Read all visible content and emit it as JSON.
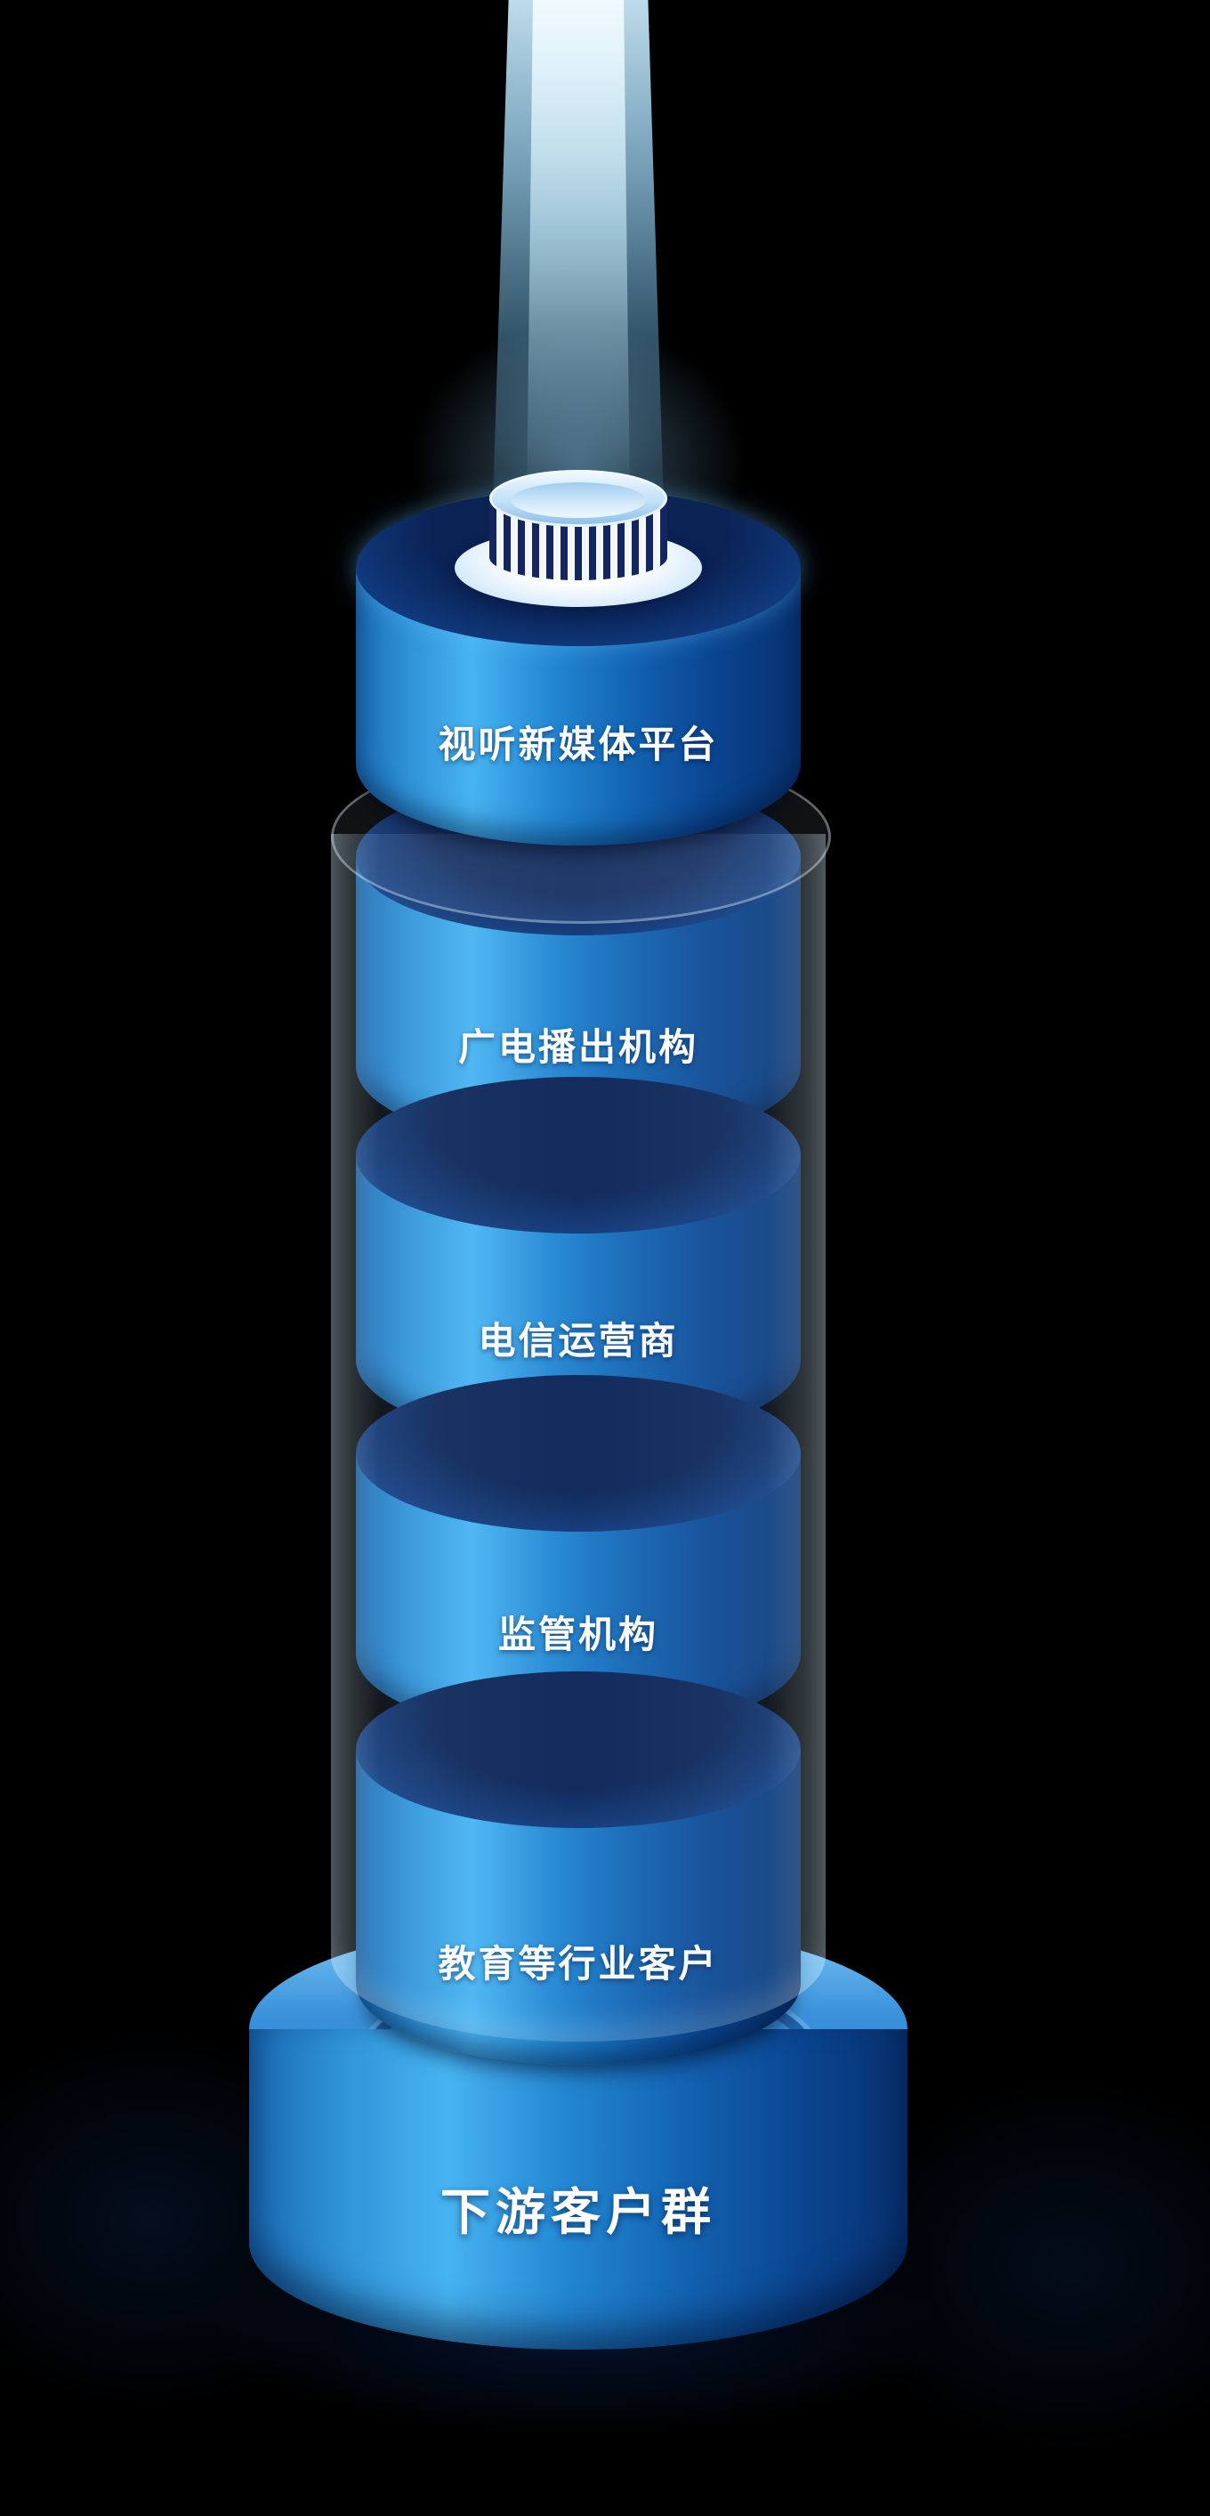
{
  "colors": {
    "background": "#000000",
    "cylinder_highlight": "#47b4f2",
    "cylinder_mid": "#2387d3",
    "cylinder_dark": "#083170",
    "top_face_dark": "#0a2254",
    "beam_light": "#cdeeff",
    "text": "#ffffff"
  },
  "cylinders": [
    {
      "label": "视听新媒体平台"
    },
    {
      "label": "广电播出机构"
    },
    {
      "label": "电信运营商"
    },
    {
      "label": "监管机构"
    },
    {
      "label": "教育等行业客户"
    }
  ],
  "base": {
    "label": "下游客户群"
  }
}
